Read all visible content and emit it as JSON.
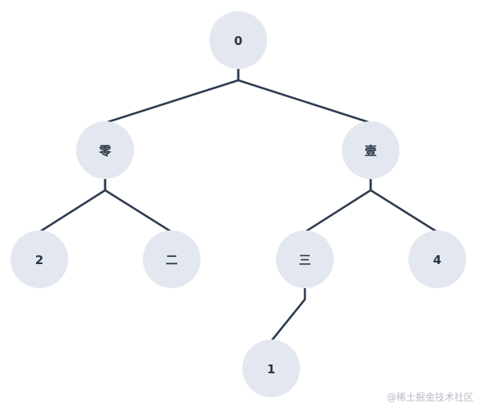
{
  "tree": {
    "nodes": [
      {
        "id": "n0",
        "label": "0"
      },
      {
        "id": "n_ling",
        "label": "零"
      },
      {
        "id": "n_yi",
        "label": "壹"
      },
      {
        "id": "n2",
        "label": "2"
      },
      {
        "id": "n_er",
        "label": "二"
      },
      {
        "id": "n_san",
        "label": "三"
      },
      {
        "id": "n4",
        "label": "4"
      },
      {
        "id": "n1",
        "label": "1"
      }
    ],
    "edges": [
      {
        "from": "n0",
        "to": "n_ling"
      },
      {
        "from": "n0",
        "to": "n_yi"
      },
      {
        "from": "n_ling",
        "to": "n2"
      },
      {
        "from": "n_ling",
        "to": "n_er"
      },
      {
        "from": "n_yi",
        "to": "n_san"
      },
      {
        "from": "n_yi",
        "to": "n4"
      },
      {
        "from": "n_san",
        "to": "n1"
      }
    ]
  },
  "colors": {
    "node_fill": "#e3e8f0",
    "edge_stroke": "#2e3b4f",
    "label": "#2a3646",
    "watermark": "#b7bcc4"
  },
  "watermark": {
    "text": "@稀土掘金技术社区"
  }
}
